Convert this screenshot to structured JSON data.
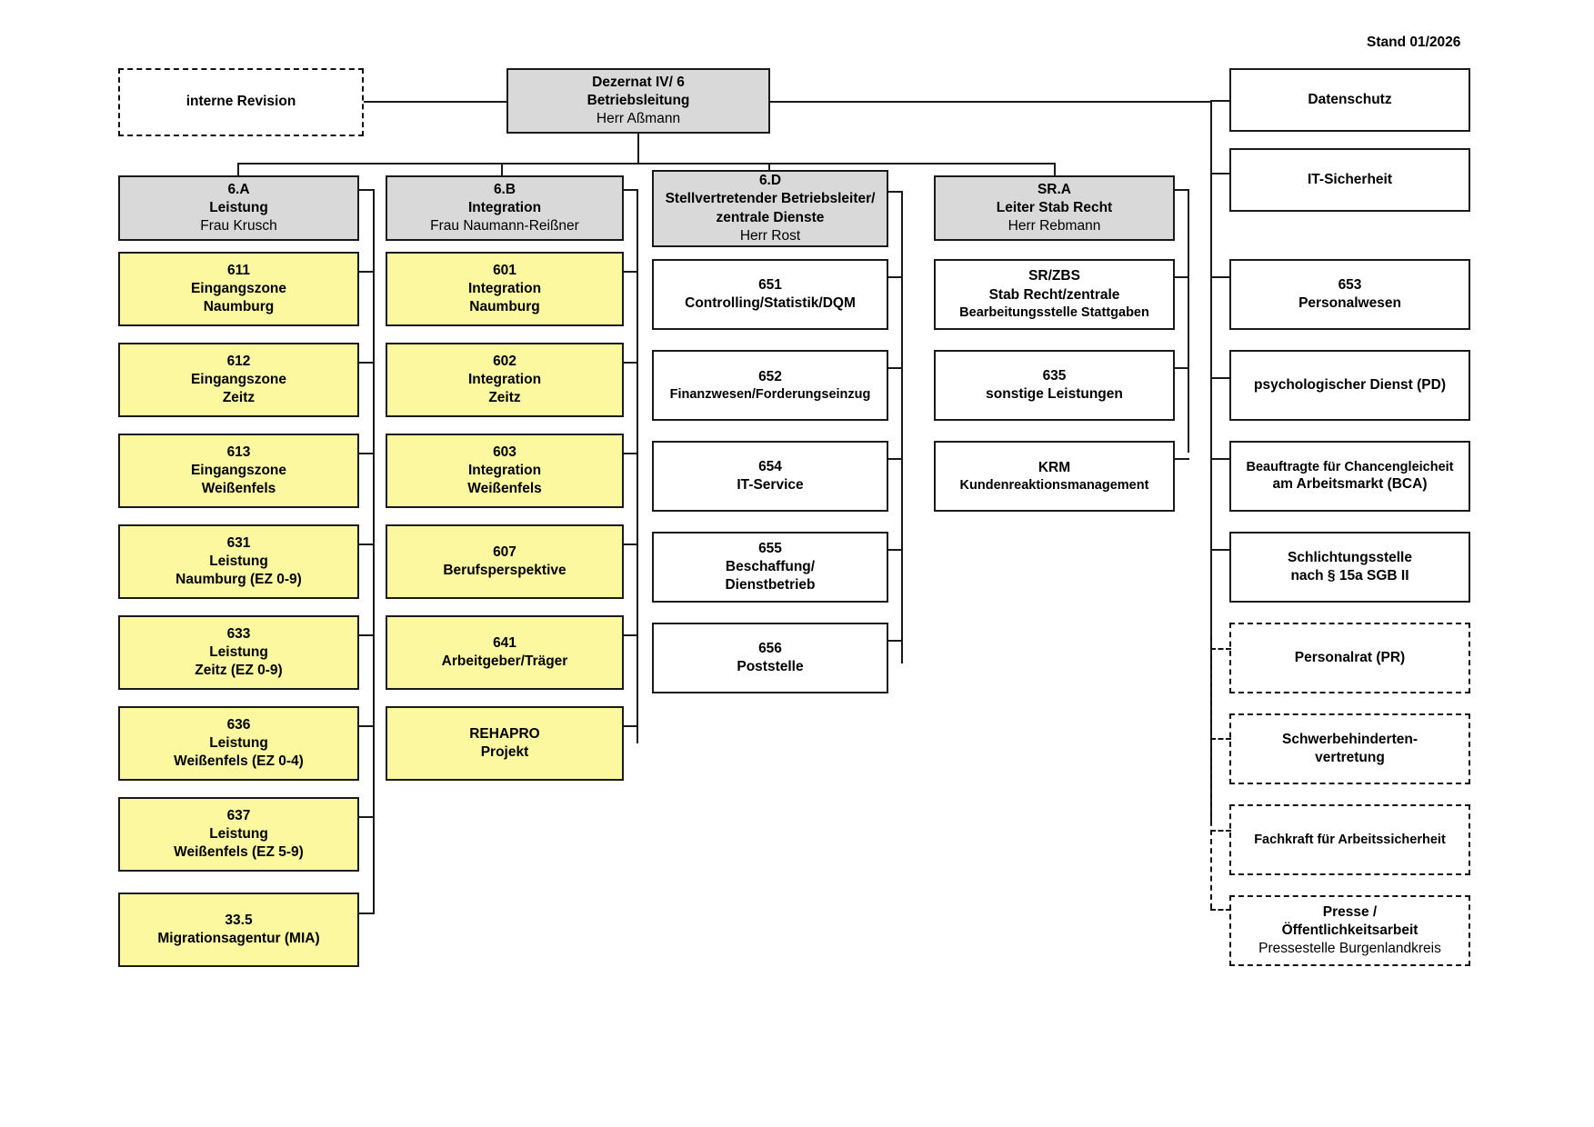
{
  "meta": {
    "stand_label": "Stand 01/2026"
  },
  "top": {
    "internal_audit": {
      "lines": [
        "interne Revision"
      ],
      "weights": [
        "b"
      ]
    },
    "head": {
      "lines": [
        "Dezernat IV/ 6",
        "Betriebsleitung",
        "Herr Aßmann"
      ],
      "weights": [
        "b",
        "b",
        "n"
      ]
    }
  },
  "departments": [
    {
      "id": "6.A",
      "header": {
        "lines": [
          "6.A",
          "Leistung",
          "Frau Krusch"
        ],
        "weights": [
          "b",
          "b",
          "n"
        ]
      },
      "units": [
        {
          "lines": [
            "611",
            "Eingangszone",
            "Naumburg"
          ],
          "weights": [
            "b",
            "b",
            "b"
          ]
        },
        {
          "lines": [
            "612",
            "Eingangszone",
            "Zeitz"
          ],
          "weights": [
            "b",
            "b",
            "b"
          ]
        },
        {
          "lines": [
            "613",
            "Eingangszone",
            "Weißenfels"
          ],
          "weights": [
            "b",
            "b",
            "b"
          ]
        },
        {
          "lines": [
            "631",
            "Leistung",
            "Naumburg (EZ 0-9)"
          ],
          "weights": [
            "b",
            "b",
            "b"
          ]
        },
        {
          "lines": [
            "633",
            "Leistung",
            "Zeitz (EZ 0-9)"
          ],
          "weights": [
            "b",
            "b",
            "b"
          ]
        },
        {
          "lines": [
            "636",
            "Leistung",
            "Weißenfels (EZ 0-4)"
          ],
          "weights": [
            "b",
            "b",
            "b"
          ]
        },
        {
          "lines": [
            "637",
            "Leistung",
            "Weißenfels (EZ 5-9)"
          ],
          "weights": [
            "b",
            "b",
            "b"
          ]
        },
        {
          "lines": [
            "33.5",
            "Migrationsagentur (MIA)"
          ],
          "weights": [
            "b",
            "b"
          ]
        }
      ]
    },
    {
      "id": "6.B",
      "header": {
        "lines": [
          "6.B",
          "Integration",
          "Frau Naumann-Reißner"
        ],
        "weights": [
          "b",
          "b",
          "n"
        ]
      },
      "units": [
        {
          "lines": [
            "601",
            "Integration",
            "Naumburg"
          ],
          "weights": [
            "b",
            "b",
            "b"
          ]
        },
        {
          "lines": [
            "602",
            "Integration",
            "Zeitz"
          ],
          "weights": [
            "b",
            "b",
            "b"
          ]
        },
        {
          "lines": [
            "603",
            "Integration",
            "Weißenfels"
          ],
          "weights": [
            "b",
            "b",
            "b"
          ]
        },
        {
          "lines": [
            "607",
            "Berufsperspektive"
          ],
          "weights": [
            "b",
            "b"
          ]
        },
        {
          "lines": [
            "641",
            "Arbeitgeber/Träger"
          ],
          "weights": [
            "b",
            "b"
          ]
        },
        {
          "lines": [
            "REHAPRO",
            "Projekt"
          ],
          "weights": [
            "b",
            "b"
          ]
        }
      ]
    },
    {
      "id": "6.D",
      "header": {
        "lines": [
          "6.D",
          "Stellvertretender Betriebsleiter/",
          "zentrale Dienste",
          "Herr Rost"
        ],
        "weights": [
          "b",
          "b",
          "b",
          "n"
        ]
      },
      "units": [
        {
          "lines": [
            "651",
            "Controlling/Statistik/DQM"
          ],
          "weights": [
            "b",
            "b"
          ]
        },
        {
          "lines": [
            "652",
            "Finanzwesen/Forderungseinzug"
          ],
          "weights": [
            "b",
            "b"
          ]
        },
        {
          "lines": [
            "654",
            "IT-Service"
          ],
          "weights": [
            "b",
            "b"
          ]
        },
        {
          "lines": [
            "655",
            "Beschaffung/",
            "Dienstbetrieb"
          ],
          "weights": [
            "b",
            "b",
            "b"
          ]
        },
        {
          "lines": [
            "656",
            "Poststelle"
          ],
          "weights": [
            "b",
            "b"
          ]
        }
      ]
    },
    {
      "id": "SR.A",
      "header": {
        "lines": [
          "SR.A",
          "Leiter Stab Recht",
          "Herr Rebmann"
        ],
        "weights": [
          "b",
          "b",
          "n"
        ]
      },
      "units": [
        {
          "lines": [
            "SR/ZBS",
            "Stab Recht/zentrale",
            "Bearbeitungsstelle Stattgaben"
          ],
          "weights": [
            "b",
            "b",
            "b"
          ]
        },
        {
          "lines": [
            "635",
            "sonstige Leistungen"
          ],
          "weights": [
            "b",
            "b"
          ]
        },
        {
          "lines": [
            "KRM",
            "Kundenreaktionsmanagement"
          ],
          "weights": [
            "b",
            "b"
          ]
        }
      ]
    }
  ],
  "staff_units": [
    {
      "lines": [
        "Datenschutz"
      ],
      "weights": [
        "b"
      ],
      "style": "solid"
    },
    {
      "lines": [
        "IT-Sicherheit"
      ],
      "weights": [
        "b"
      ],
      "style": "solid"
    },
    {
      "lines": [
        "653",
        "Personalwesen"
      ],
      "weights": [
        "b",
        "b"
      ],
      "style": "solid"
    },
    {
      "lines": [
        "psychologischer Dienst (PD)"
      ],
      "weights": [
        "b"
      ],
      "style": "solid"
    },
    {
      "lines": [
        "Beauftragte für Chancengleicheit",
        "am Arbeitsmarkt (BCA)"
      ],
      "weights": [
        "b",
        "b"
      ],
      "style": "solid"
    },
    {
      "lines": [
        "Schlichtungsstelle",
        "nach § 15a SGB II"
      ],
      "weights": [
        "b",
        "b"
      ],
      "style": "solid"
    },
    {
      "lines": [
        "Personalrat (PR)"
      ],
      "weights": [
        "b"
      ],
      "style": "dashed"
    },
    {
      "lines": [
        "Schwerbehinderten-",
        "vertretung"
      ],
      "weights": [
        "b",
        "b"
      ],
      "style": "dashed"
    },
    {
      "lines": [
        "Fachkraft für Arbeitssicherheit"
      ],
      "weights": [
        "b"
      ],
      "style": "dashed"
    },
    {
      "lines": [
        "Presse /",
        "Öffentlichkeitsarbeit",
        "Pressestelle Burgenlandkreis"
      ],
      "weights": [
        "b",
        "b",
        "n"
      ],
      "style": "dashed"
    }
  ],
  "colors": {
    "gray_fill": "#d9d9d9",
    "yellow_fill": "#fbf8a0",
    "white_fill": "#ffffff",
    "line": "#1a1a1a"
  }
}
